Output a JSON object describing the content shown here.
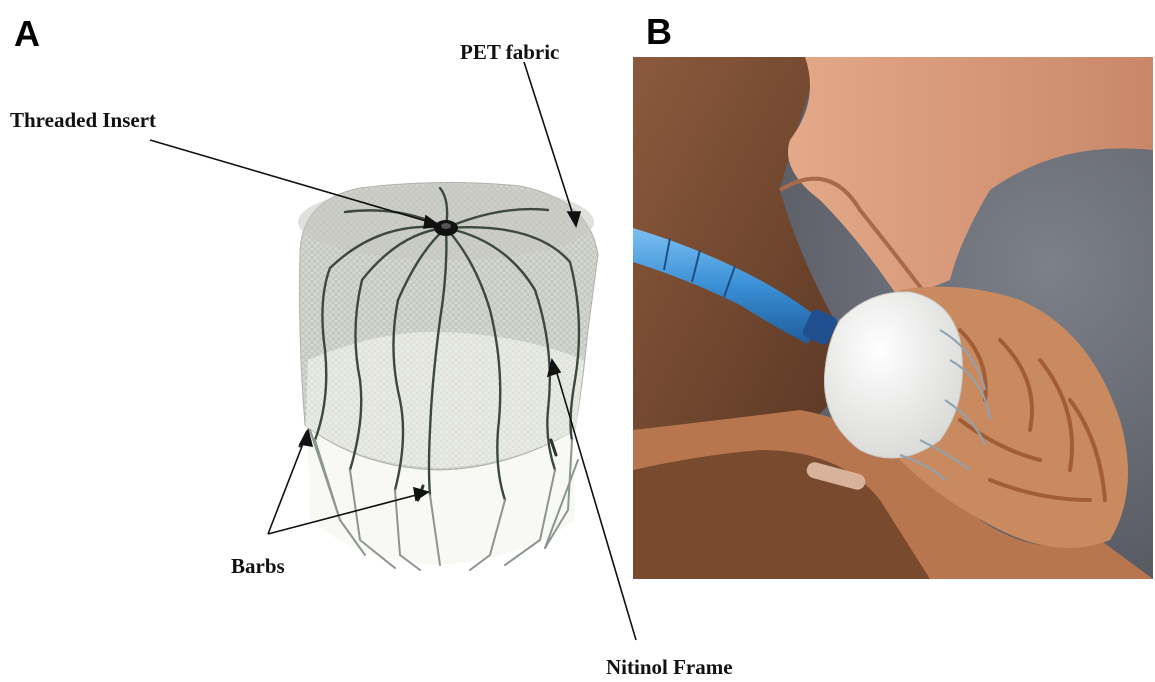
{
  "panels": {
    "a": {
      "letter": "A"
    },
    "b": {
      "letter": "B"
    }
  },
  "labels": {
    "pet_fabric": "PET fabric",
    "threaded_insert": "Threaded Insert",
    "barbs": "Barbs",
    "nitinol_frame": "Nitinol Frame"
  },
  "colors": {
    "fabric": "#c9ccc4",
    "fabric_light": "#eef0e9",
    "frame_wire": "#3b463f",
    "catheter": "#3a8fd6",
    "tissue": "#c78a5e",
    "tissue_dark": "#a9643c",
    "background_b": "#5c6068"
  }
}
